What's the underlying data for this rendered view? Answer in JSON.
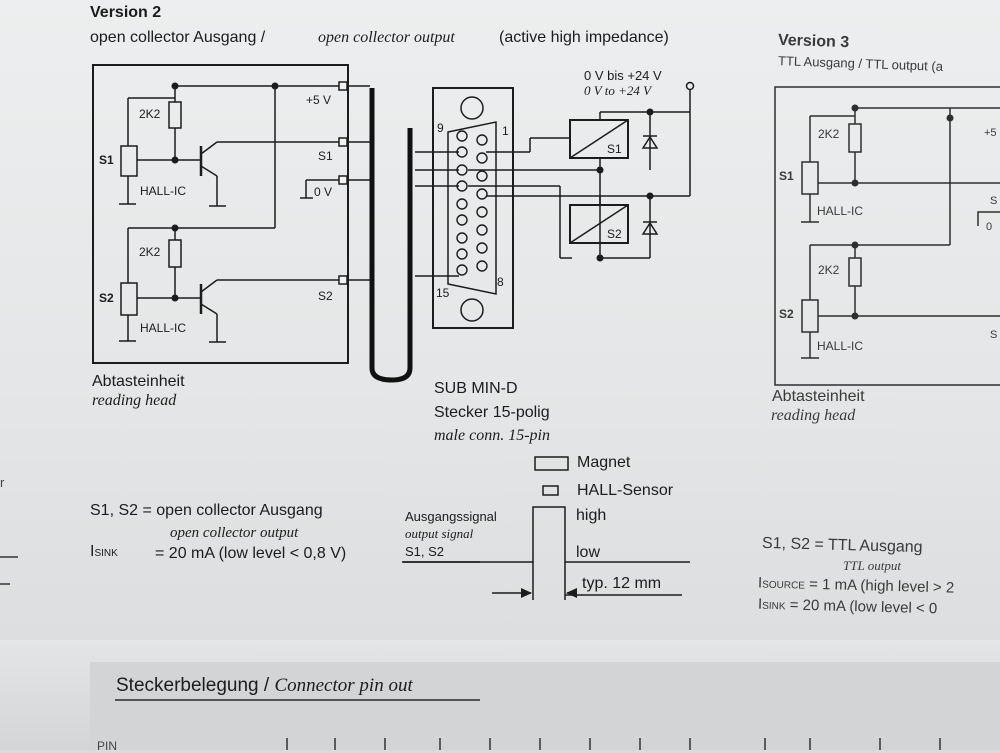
{
  "version2": {
    "heading": "Version 2",
    "subtitle_de": "open collector Ausgang /",
    "subtitle_en": "open collector output",
    "subtitle_tail": "(active high impedance)",
    "voltage_de": "0 V bis +24 V",
    "voltage_en": "0 V to +24 V",
    "resistor_label": "2K2",
    "sensor_labels": [
      "S1",
      "S2"
    ],
    "hall_label": "HALL-IC",
    "pin_labels": [
      "+5 V",
      "S1",
      "0 V",
      "S2"
    ],
    "relay_labels": [
      "S1",
      "S2"
    ],
    "connector_pins": [
      "9",
      "1",
      "15",
      "8"
    ],
    "reading_head_de": "Abtasteinheit",
    "reading_head_en": "reading head",
    "connector_title": "SUB MIN-D",
    "connector_de": "Stecker 15-polig",
    "connector_en": "male conn. 15-pin",
    "legend_magnet": "Magnet",
    "legend_hall": "HALL-Sensor",
    "spec_de": "S1, S2 = open collector Ausgang",
    "spec_en": "open collector output",
    "isink_i": "I",
    "isink_sub": "SINK",
    "isink_value": "= 20 mA (low level < 0,8 V)",
    "signal_de": "Ausgangssignal",
    "signal_en": "output signal",
    "signal_channels": "S1, S2",
    "level_high": "high",
    "level_low": "low",
    "typ_width": "typ. 12 mm"
  },
  "version3": {
    "heading": "Version 3",
    "subtitle": "TTL Ausgang / TTL output (a",
    "resistor_label": "2K2",
    "sensor_labels": [
      "S1",
      "S2"
    ],
    "hall_label": "HALL-IC",
    "pin_partial": [
      "+5",
      "S",
      "0",
      "S"
    ],
    "reading_head_de": "Abtasteinheit",
    "reading_head_en": "reading head",
    "spec_de": "S1, S2 = TTL Ausgang",
    "spec_en": "TTL output",
    "isource_sub": "SOURCE",
    "isource_value": "= 1 mA (high level > 2",
    "isink_sub": "SINK",
    "isink_value": "= 20 mA (low level < 0"
  },
  "left_edge_fragment": "r",
  "section_title_de": "Steckerbelegung /",
  "section_title_en": "Connector pin out",
  "table_fragment": "PIN"
}
